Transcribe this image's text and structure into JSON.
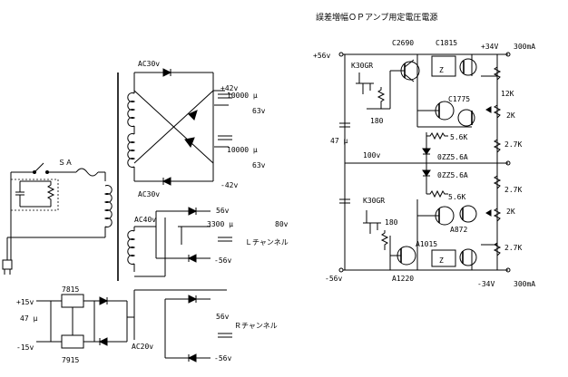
{
  "title": "誤差増幅ＯＰアンプ用定電圧電源",
  "left": {
    "sa": "ＳＡ",
    "ac30_top": "AC30v",
    "ac30_bottom": "AC30v",
    "plus42": "+42v",
    "minus42": "-42v",
    "cap1": "10000 μ",
    "cap1_v": "63v",
    "cap2": "10000 μ",
    "cap2_v": "63v",
    "ac40": "AC40v",
    "ac20": "AC20v",
    "v56a": "56v",
    "cap3300": "3300 μ",
    "v80": "80v",
    "lch": "Ｌチャンネル",
    "vm56a": "-56v",
    "v56b": "56v",
    "rch": "Ｒチャンネル",
    "vm56b": "-56v",
    "reg_pos": "7815",
    "reg_neg": "7915",
    "plus15": "+15v",
    "minus15": "-15v",
    "cap47": "47 μ"
  },
  "right": {
    "plus56": "+56v",
    "minus56": "-56v",
    "k30gr_top": "K30GR",
    "k30gr_bot": "K30GR",
    "c2690": "C2690",
    "c1815": "C1815",
    "c1775": "C1775",
    "a872": "A872",
    "a1015": "A1015",
    "a1220": "A1220",
    "r180_top": "180",
    "r180_bot": "180",
    "cap47": "47 μ",
    "v100": "100v",
    "plus34": "+34V",
    "minus34": "-34V",
    "ma300_top": "300mA",
    "ma300_bot": "300mA",
    "r12k": "12K",
    "r2k_top": "2K",
    "r2k_bot": "2K",
    "r56k_top": "5.6K",
    "r56k_bot": "5.6K",
    "r27k_1": "2.7K",
    "r27k_2": "2.7K",
    "r27k_3": "2.7K",
    "zener1": "0ZZ5.6A",
    "zener2": "0ZZ5.6A",
    "z_top": "Z",
    "z_bot": "Z"
  }
}
